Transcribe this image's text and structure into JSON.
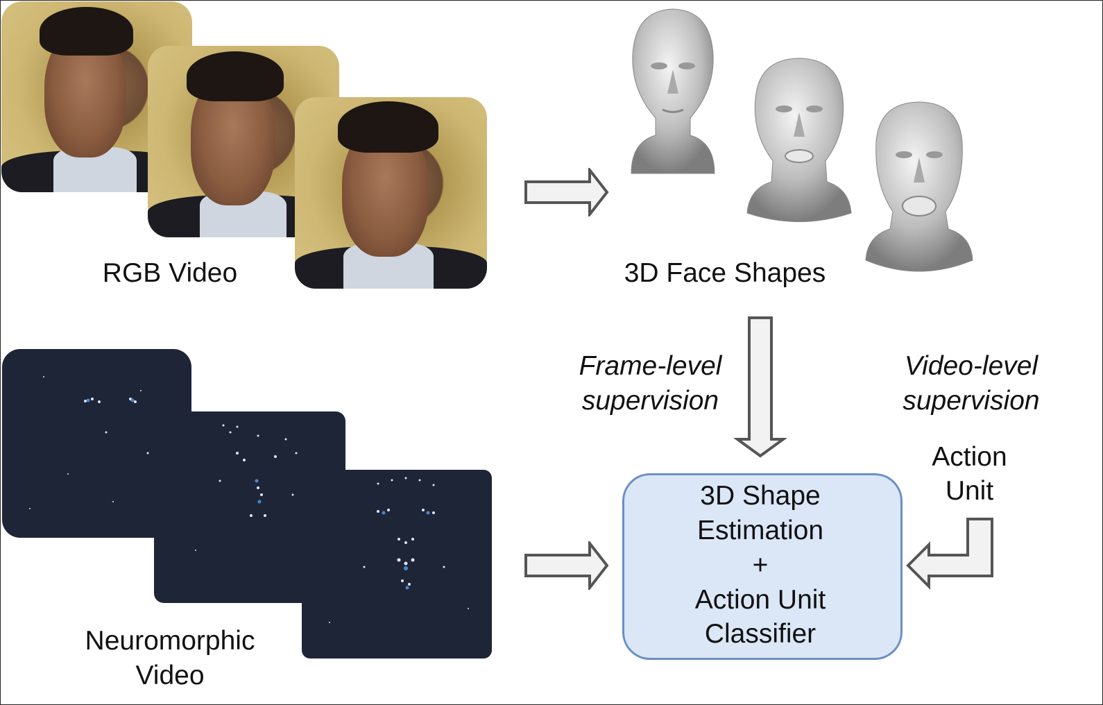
{
  "labels": {
    "rgb_video": "RGB Video",
    "face_shapes": "3D Face Shapes",
    "neuromorphic_line1": "Neuromorphic",
    "neuromorphic_line2": "Video",
    "frame_level_line1": "Frame-level",
    "frame_level_line2": "supervision",
    "video_level_line1": "Video-level",
    "video_level_line2": "supervision",
    "action_unit_line1": "Action",
    "action_unit_line2": "Unit"
  },
  "model_box": {
    "line1": "3D Shape",
    "line2": "Estimation",
    "line3": "+",
    "line4": "Action Unit",
    "line5": "Classifier"
  },
  "colors": {
    "box_fill": "#dbe7f7",
    "box_border": "#6b8fc5",
    "arrow_fill": "#f2f2f2",
    "arrow_stroke": "#555555",
    "neuro_bg": "#1e2536"
  }
}
